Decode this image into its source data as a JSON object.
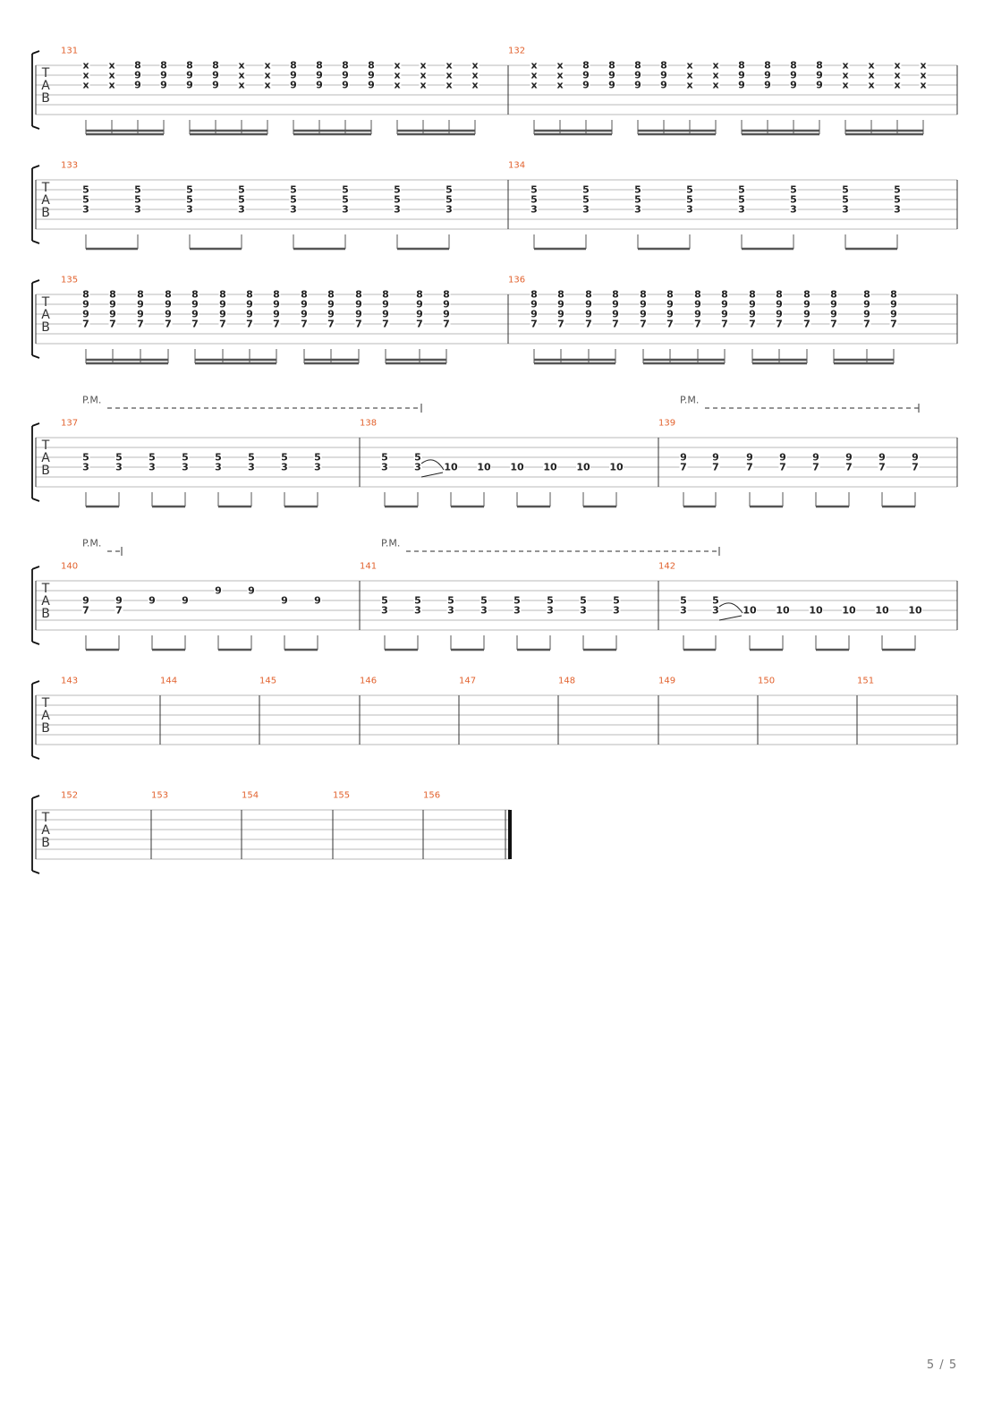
{
  "page": {
    "number": "5 / 5"
  },
  "colors": {
    "measure_number": "#e2622e",
    "staff_line": "#b8b8b8",
    "barline": "#333333",
    "note": "#222222",
    "beam": "#555555",
    "annotation": "#555555"
  },
  "tab_label": [
    "T",
    "A",
    "B"
  ],
  "palm_mute_label": "P.M.",
  "systems": [
    {
      "measures": [
        {
          "number": "131",
          "beat_groups": [
            [
              [
                "x",
                "x",
                "x"
              ],
              [
                "x",
                "x",
                "x"
              ],
              [
                "8",
                "9",
                "9"
              ],
              [
                "8",
                "9",
                "9"
              ]
            ],
            [
              [
                "8",
                "9",
                "9"
              ],
              [
                "8",
                "9",
                "9"
              ],
              [
                "x",
                "x",
                "x"
              ],
              [
                "x",
                "x",
                "x"
              ]
            ],
            [
              [
                "8",
                "9",
                "9"
              ],
              [
                "8",
                "9",
                "9"
              ],
              [
                "8",
                "9",
                "9"
              ],
              [
                "8",
                "9",
                "9"
              ]
            ],
            [
              [
                "x",
                "x",
                "x"
              ],
              [
                "x",
                "x",
                "x"
              ],
              [
                "x",
                "x",
                "x"
              ],
              [
                "x",
                "x",
                "x"
              ]
            ]
          ]
        },
        {
          "number": "132",
          "beat_groups": [
            [
              [
                "x",
                "x",
                "x"
              ],
              [
                "x",
                "x",
                "x"
              ],
              [
                "8",
                "9",
                "9"
              ],
              [
                "8",
                "9",
                "9"
              ]
            ],
            [
              [
                "8",
                "9",
                "9"
              ],
              [
                "8",
                "9",
                "9"
              ],
              [
                "x",
                "x",
                "x"
              ],
              [
                "x",
                "x",
                "x"
              ]
            ],
            [
              [
                "8",
                "9",
                "9"
              ],
              [
                "8",
                "9",
                "9"
              ],
              [
                "8",
                "9",
                "9"
              ],
              [
                "8",
                "9",
                "9"
              ]
            ],
            [
              [
                "x",
                "x",
                "x"
              ],
              [
                "x",
                "x",
                "x"
              ],
              [
                "x",
                "x",
                "x"
              ],
              [
                "x",
                "x",
                "x"
              ]
            ]
          ]
        }
      ]
    },
    {
      "measures": [
        {
          "number": "133",
          "beat_groups": [
            [
              [
                "5",
                "5",
                "3"
              ],
              [
                "5",
                "5",
                "3"
              ]
            ],
            [
              [
                "5",
                "5",
                "3"
              ],
              [
                "5",
                "5",
                "3"
              ]
            ],
            [
              [
                "5",
                "5",
                "3"
              ],
              [
                "5",
                "5",
                "3"
              ]
            ],
            [
              [
                "5",
                "5",
                "3"
              ],
              [
                "5",
                "5",
                "3"
              ]
            ]
          ]
        },
        {
          "number": "134",
          "beat_groups": [
            [
              [
                "5",
                "5",
                "3"
              ],
              [
                "5",
                "5",
                "3"
              ]
            ],
            [
              [
                "5",
                "5",
                "3"
              ],
              [
                "5",
                "5",
                "3"
              ]
            ],
            [
              [
                "5",
                "5",
                "3"
              ],
              [
                "5",
                "5",
                "3"
              ]
            ],
            [
              [
                "5",
                "5",
                "3"
              ],
              [
                "5",
                "5",
                "3"
              ]
            ]
          ]
        }
      ]
    },
    {
      "measures": [
        {
          "number": "135",
          "beat_groups": [
            [
              [
                "8",
                "9",
                "9",
                "7"
              ],
              [
                "8",
                "9",
                "9",
                "7"
              ],
              [
                "8",
                "9",
                "9",
                "7"
              ],
              [
                "8",
                "9",
                "9",
                "7"
              ]
            ],
            [
              [
                "8",
                "9",
                "9",
                "7"
              ],
              [
                "8",
                "9",
                "9",
                "7"
              ],
              [
                "8",
                "9",
                "9",
                "7"
              ],
              [
                "8",
                "9",
                "9",
                "7"
              ]
            ],
            [
              [
                "8",
                "9",
                "9",
                "7"
              ],
              [
                "8",
                "9",
                "9",
                "7"
              ],
              [
                "8",
                "9",
                "9",
                "7"
              ]
            ],
            [
              [
                "8",
                "9",
                "9",
                "7"
              ],
              [
                "8",
                "9",
                "9",
                "7"
              ],
              [
                "8",
                "9",
                "9",
                "7"
              ]
            ]
          ]
        },
        {
          "number": "136",
          "beat_groups": [
            [
              [
                "8",
                "9",
                "9",
                "7"
              ],
              [
                "8",
                "9",
                "9",
                "7"
              ],
              [
                "8",
                "9",
                "9",
                "7"
              ],
              [
                "8",
                "9",
                "9",
                "7"
              ]
            ],
            [
              [
                "8",
                "9",
                "9",
                "7"
              ],
              [
                "8",
                "9",
                "9",
                "7"
              ],
              [
                "8",
                "9",
                "9",
                "7"
              ],
              [
                "8",
                "9",
                "9",
                "7"
              ]
            ],
            [
              [
                "8",
                "9",
                "9",
                "7"
              ],
              [
                "8",
                "9",
                "9",
                "7"
              ],
              [
                "8",
                "9",
                "9",
                "7"
              ]
            ],
            [
              [
                "8",
                "9",
                "9",
                "7"
              ],
              [
                "8",
                "9",
                "9",
                "7"
              ],
              [
                "8",
                "9",
                "9",
                "7"
              ]
            ]
          ]
        }
      ]
    },
    {
      "measures": [
        {
          "number": "137",
          "beat_groups": [
            [
              [
                "5",
                "3"
              ],
              [
                "5",
                "3"
              ]
            ],
            [
              [
                "5",
                "3"
              ],
              [
                "5",
                "3"
              ]
            ],
            [
              [
                "5",
                "3"
              ],
              [
                "5",
                "3"
              ]
            ],
            [
              [
                "5",
                "3"
              ],
              [
                "5",
                "3"
              ]
            ]
          ]
        },
        {
          "number": "138",
          "beat_groups": [
            [
              [
                "5",
                "3"
              ],
              [
                "5",
                "3"
              ]
            ],
            [
              [
                "10"
              ],
              [
                "10"
              ]
            ],
            [
              [
                "10"
              ],
              [
                "10"
              ]
            ],
            [
              [
                "10"
              ],
              [
                "10"
              ]
            ]
          ]
        },
        {
          "number": "139",
          "beat_groups": [
            [
              [
                "9",
                "7"
              ],
              [
                "9",
                "7"
              ]
            ],
            [
              [
                "9",
                "7"
              ],
              [
                "9",
                "7"
              ]
            ],
            [
              [
                "9",
                "7"
              ],
              [
                "9",
                "7"
              ]
            ],
            [
              [
                "9",
                "7"
              ],
              [
                "9",
                "7"
              ]
            ]
          ]
        }
      ]
    },
    {
      "measures": [
        {
          "number": "140",
          "beat_groups": [
            [
              [
                "9",
                "7"
              ],
              [
                "9",
                "7"
              ]
            ],
            [
              [
                "9"
              ],
              [
                "9"
              ]
            ],
            [
              [
                "9"
              ],
              [
                "9"
              ]
            ],
            [
              [
                "9"
              ],
              [
                "9"
              ]
            ]
          ]
        },
        {
          "number": "141",
          "beat_groups": [
            [
              [
                "5",
                "3"
              ],
              [
                "5",
                "3"
              ]
            ],
            [
              [
                "5",
                "3"
              ],
              [
                "5",
                "3"
              ]
            ],
            [
              [
                "5",
                "3"
              ],
              [
                "5",
                "3"
              ]
            ],
            [
              [
                "5",
                "3"
              ],
              [
                "5",
                "3"
              ]
            ]
          ]
        },
        {
          "number": "142",
          "beat_groups": [
            [
              [
                "5",
                "3"
              ],
              [
                "5",
                "3"
              ]
            ],
            [
              [
                "10"
              ],
              [
                "10"
              ]
            ],
            [
              [
                "10"
              ],
              [
                "10"
              ]
            ],
            [
              [
                "10"
              ],
              [
                "10"
              ]
            ]
          ]
        }
      ]
    },
    {
      "measures": [
        {
          "number": "143"
        },
        {
          "number": "144"
        },
        {
          "number": "145"
        },
        {
          "number": "146"
        },
        {
          "number": "147"
        },
        {
          "number": "148"
        },
        {
          "number": "149"
        },
        {
          "number": "150"
        },
        {
          "number": "151"
        }
      ]
    },
    {
      "measures": [
        {
          "number": "152"
        },
        {
          "number": "153"
        },
        {
          "number": "154"
        },
        {
          "number": "155"
        },
        {
          "number": "156"
        }
      ]
    }
  ]
}
